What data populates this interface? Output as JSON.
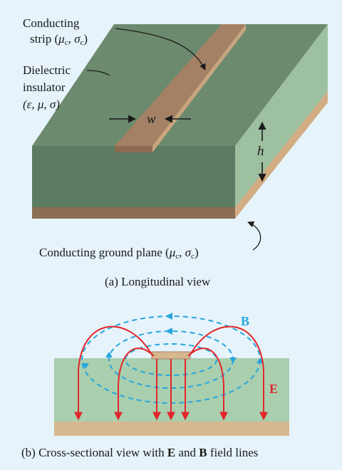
{
  "longitudinal": {
    "strip_label_line1": "Conducting",
    "strip_label_line2_prefix": "strip (",
    "mu": "μ",
    "sigma": "σ",
    "sub_c": "c",
    "comma": ", ",
    "close_paren": ")",
    "dielectric_line1": "Dielectric",
    "dielectric_line2": "insulator",
    "dielectric_line3": "(ε, μ, σ)",
    "width_symbol": "w",
    "height_symbol": "h",
    "ground_label_prefix": "Conducting ground plane (",
    "caption": "(a) Longitudinal view"
  },
  "cross_section": {
    "b_label": "B",
    "e_label": "E",
    "caption_prefix": "(b) Cross-sectional view with ",
    "caption_e": "E",
    "caption_and": " and ",
    "caption_b": "B",
    "caption_suffix": " field lines"
  },
  "colors": {
    "background": "#e6f3fa",
    "dielectric_top": "#6b8a6e",
    "dielectric_front": "#5c7b62",
    "dielectric_side": "#9dc0a1",
    "conductor": "#a48164",
    "conductor_light": "#c8a57f",
    "ground": "#8b6e55",
    "e_field": "#e2262b",
    "b_field": "#27a6dd",
    "cross_dielectric": "#a9cfae",
    "cross_ground": "#d6b78f"
  }
}
